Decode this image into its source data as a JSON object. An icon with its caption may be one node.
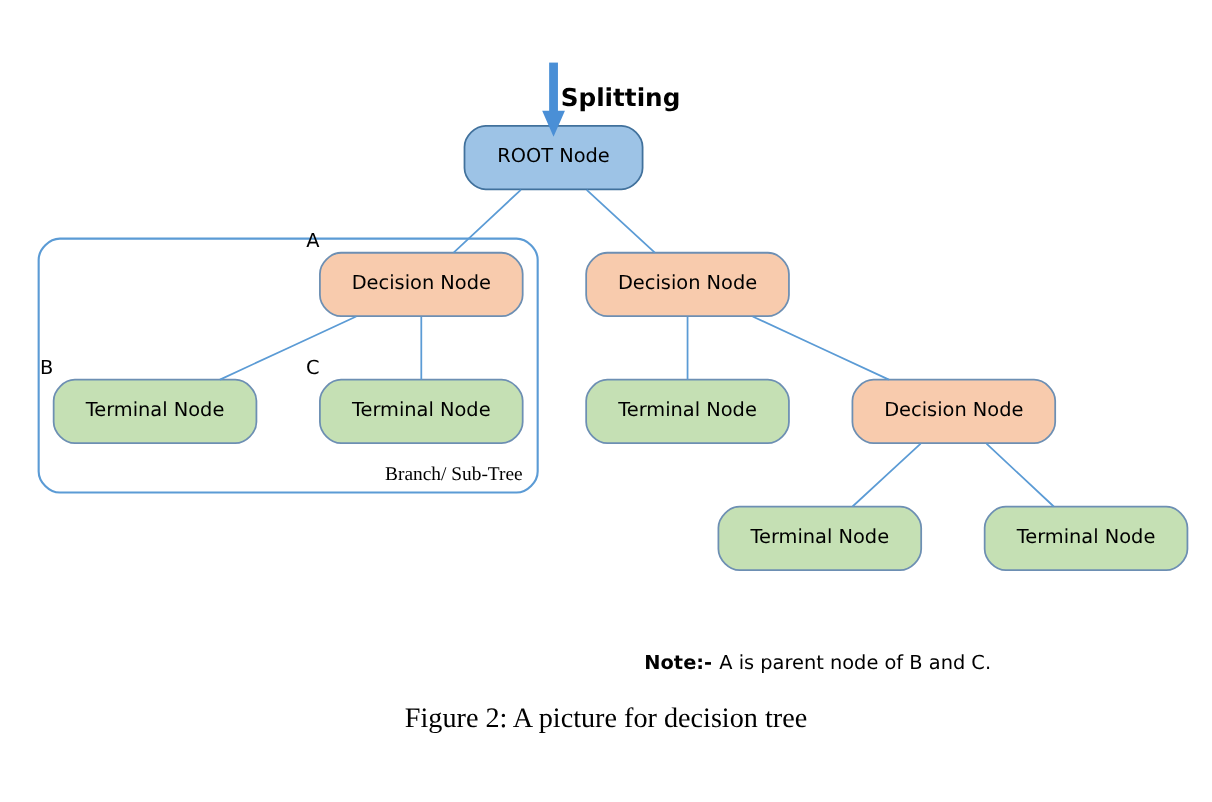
{
  "diagram": {
    "caption": "Figure 2: A picture for decision tree",
    "nodes": [
      {
        "text": [
          "ROOT Node"
        ]
      },
      {
        "text": [
          "Decision Node"
        ]
      },
      {
        "text": [
          "Terminal Node"
        ]
      },
      {
        "text": [
          "Decision Node"
        ]
      },
      {
        "text": [
          "Terminal Node"
        ]
      },
      {
        "text": [
          "Terminal Node"
        ]
      },
      {
        "text": [
          "Branch/ Sub-Tree"
        ]
      },
      {
        "text": [
          "Decision Node"
        ],
        "in": 6,
        "beside": [
          "A"
        ]
      },
      {
        "text": [
          "Terminal Node"
        ],
        "in": 6,
        "beside": [
          "B"
        ]
      },
      {
        "text": [
          "Terminal Node"
        ],
        "in": 6,
        "beside": [
          "C"
        ]
      }
    ],
    "edges": [
      {
        "from": null,
        "to": 0,
        "arrow": "to",
        "label": "Splitting",
        "style": "thick",
        "color": "#4a8fd6"
      },
      {
        "from": 0,
        "to": 1,
        "arrow": "none"
      },
      {
        "from": 0,
        "to": 7,
        "arrow": "none"
      },
      {
        "from": 1,
        "to": 2,
        "arrow": "none"
      },
      {
        "from": 1,
        "to": 3,
        "arrow": "none"
      },
      {
        "from": 7,
        "to": 8,
        "arrow": "none"
      },
      {
        "from": 7,
        "to": 9,
        "arrow": "none"
      },
      {
        "from": 3,
        "to": 4,
        "arrow": "none"
      },
      {
        "from": 3,
        "to": 5,
        "arrow": "none"
      }
    ],
    "labels": [
      "**Note:-** A is parent node of B and C."
    ]
  }
}
